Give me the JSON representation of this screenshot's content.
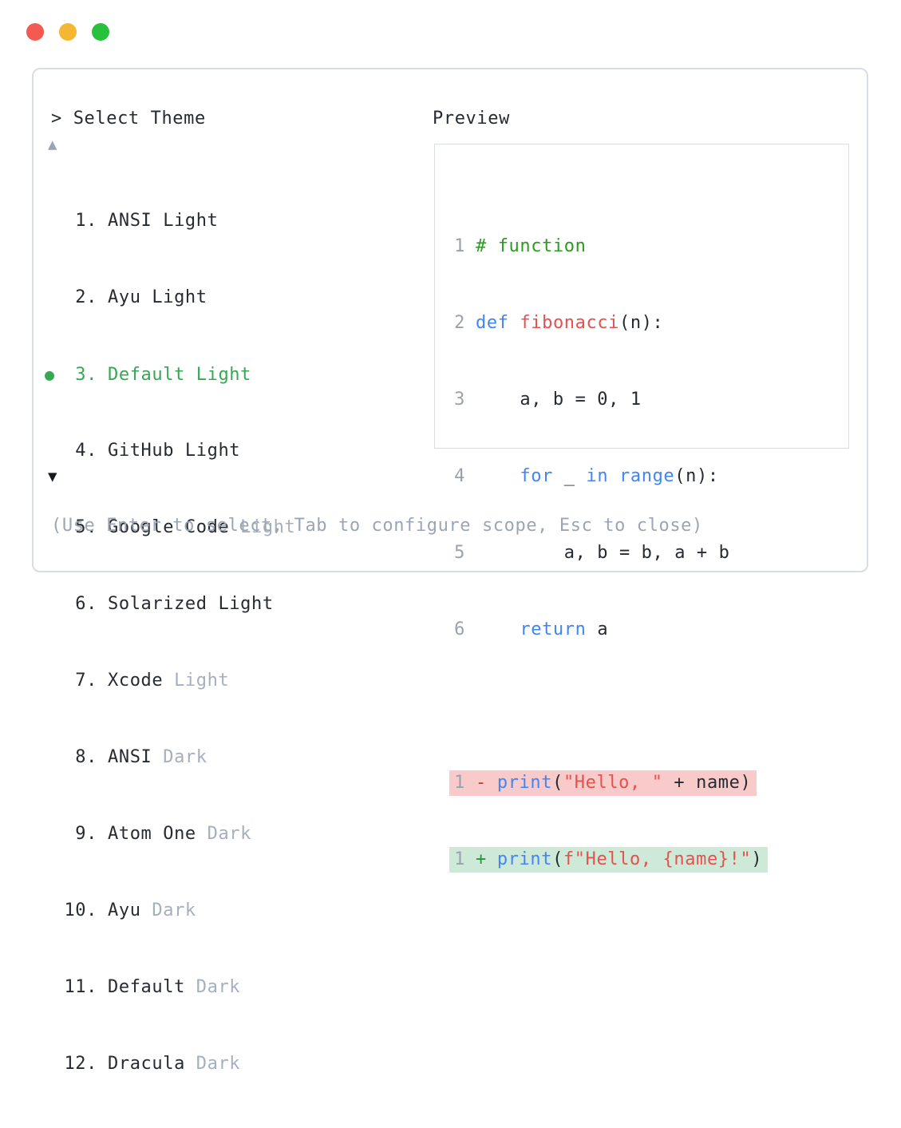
{
  "window": {
    "controls": [
      {
        "name": "close",
        "color": "#f25a52"
      },
      {
        "name": "minimize",
        "color": "#f4b732"
      },
      {
        "name": "zoom",
        "color": "#27c23d"
      }
    ]
  },
  "theme_picker": {
    "prompt": "> Select Theme",
    "scroll_up_indicator": "▲",
    "scroll_down_indicator": "▼",
    "items": [
      {
        "number": "1.",
        "name": "ANSI Light",
        "muted_suffix": "",
        "marker": "",
        "selected": false
      },
      {
        "number": "2.",
        "name": "Ayu Light",
        "muted_suffix": "",
        "marker": "",
        "selected": false
      },
      {
        "number": "3.",
        "name": "Default Light",
        "muted_suffix": "",
        "marker": "●",
        "selected": true
      },
      {
        "number": "4.",
        "name": "GitHub Light",
        "muted_suffix": "",
        "marker": "",
        "selected": false
      },
      {
        "number": "5.",
        "name": "Google Code",
        "muted_suffix": " Light",
        "marker": "",
        "selected": false
      },
      {
        "number": "6.",
        "name": "Solarized Light",
        "muted_suffix": "",
        "marker": "",
        "selected": false
      },
      {
        "number": "7.",
        "name": "Xcode",
        "muted_suffix": " Light",
        "marker": "",
        "selected": false
      },
      {
        "number": "8.",
        "name": "ANSI",
        "muted_suffix": " Dark",
        "marker": "",
        "selected": false
      },
      {
        "number": "9.",
        "name": "Atom One",
        "muted_suffix": " Dark",
        "marker": "",
        "selected": false
      },
      {
        "number": "10.",
        "name": "Ayu",
        "muted_suffix": " Dark",
        "marker": "",
        "selected": false
      },
      {
        "number": "11.",
        "name": "Default",
        "muted_suffix": " Dark",
        "marker": "",
        "selected": false
      },
      {
        "number": "12.",
        "name": "Dracula",
        "muted_suffix": " Dark",
        "marker": "",
        "selected": false
      }
    ],
    "help_text": "(Use Enter to select, Tab to configure scope, Esc to close)"
  },
  "preview": {
    "title": "Preview",
    "code_lines": [
      {
        "num": "1",
        "tokens": [
          {
            "t": "# function",
            "c": "comment"
          }
        ]
      },
      {
        "num": "2",
        "tokens": [
          {
            "t": "def",
            "c": "kw"
          },
          {
            "t": " ",
            "c": "plain"
          },
          {
            "t": "fibonacci",
            "c": "fn"
          },
          {
            "t": "(n):",
            "c": "plain"
          }
        ]
      },
      {
        "num": "3",
        "tokens": [
          {
            "t": "    a, b = 0, 1",
            "c": "plain"
          }
        ]
      },
      {
        "num": "4",
        "tokens": [
          {
            "t": "    ",
            "c": "plain"
          },
          {
            "t": "for",
            "c": "kw"
          },
          {
            "t": " _ ",
            "c": "plain"
          },
          {
            "t": "in",
            "c": "kw"
          },
          {
            "t": " ",
            "c": "plain"
          },
          {
            "t": "range",
            "c": "kw"
          },
          {
            "t": "(n):",
            "c": "plain"
          }
        ]
      },
      {
        "num": "5",
        "tokens": [
          {
            "t": "        a, b = b, a + b",
            "c": "plain"
          }
        ]
      },
      {
        "num": "6",
        "tokens": [
          {
            "t": "    ",
            "c": "plain"
          },
          {
            "t": "return",
            "c": "kw"
          },
          {
            "t": " a",
            "c": "plain"
          }
        ]
      }
    ],
    "diff_lines": [
      {
        "kind": "removed",
        "num": "1",
        "sign": "-",
        "tokens": [
          {
            "t": "print",
            "c": "kw"
          },
          {
            "t": "(",
            "c": "plain"
          },
          {
            "t": "\"Hello, \"",
            "c": "str"
          },
          {
            "t": " + name)",
            "c": "plain"
          }
        ]
      },
      {
        "kind": "added",
        "num": "1",
        "sign": "+",
        "tokens": [
          {
            "t": "print",
            "c": "kw"
          },
          {
            "t": "(",
            "c": "plain"
          },
          {
            "t": "f\"Hello, {name}!\"",
            "c": "str"
          },
          {
            "t": ")",
            "c": "plain"
          }
        ]
      }
    ]
  },
  "colors": {
    "selected_green": "#35a853",
    "muted_gray": "#a6afbd",
    "text_dark": "#262a31",
    "comment_green": "#2b9a22",
    "keyword_blue": "#4285f4",
    "name_and_string_red": "#e0534e",
    "line_number_gray": "#9aa1ad",
    "diff_removed_bg": "#f8caca",
    "diff_added_bg": "#cfe9d9",
    "diff_minus_red": "#d7352c",
    "diff_plus_green": "#27953e",
    "panel_border": "#d8dce4",
    "scroll_up_gray": "#98a3b5",
    "traffic_red": "#f25a52",
    "traffic_yellow": "#f4b732",
    "traffic_green": "#27c23d"
  }
}
